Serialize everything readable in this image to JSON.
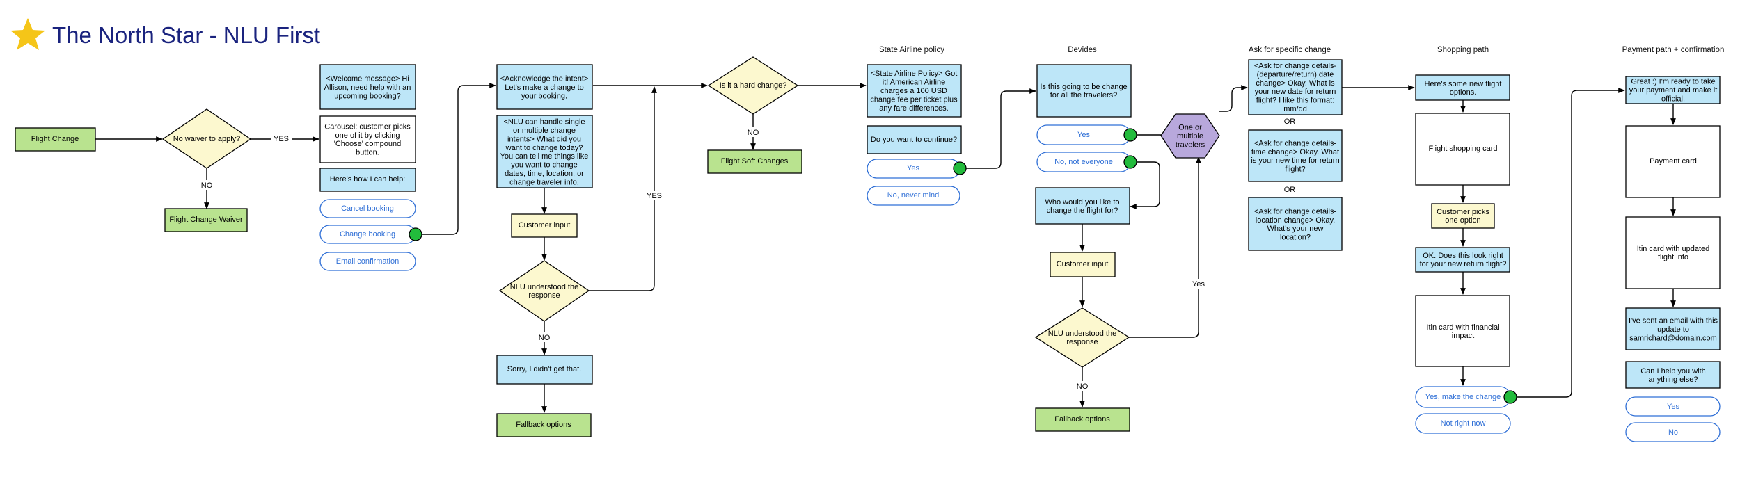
{
  "title": "The North Star - NLU First",
  "colors": {
    "green": "#b9e38f",
    "blue": "#bde6f8",
    "yellow": "#fcf8cf",
    "purple": "#b8a8dc",
    "pill": "#2f6fd6",
    "star": "#f5c518",
    "dot": "#22bb3c"
  },
  "headers": {
    "state_policy": "State Airline policy",
    "devides": "Devides",
    "specific_change": "Ask for specific change",
    "shopping": "Shopping path",
    "payment": "Payment path + confirmation"
  },
  "nodes": {
    "flight_change": "Flight Change",
    "no_waiver": "No waiver to apply?",
    "waiver": "Flight Change Waiver",
    "welcome": [
      "<Welcome message> Hi",
      "Allison, need help with an",
      "upcoming booking?"
    ],
    "carousel": [
      "Carousel: customer picks",
      "one of it by clicking",
      "'Choose' compound",
      "button."
    ],
    "help": "Here's how I can help:",
    "cancel_booking": "Cancel booking",
    "change_booking": "Change booking",
    "email_confirmation": "Email confirmation",
    "ack": [
      "<Acknowledge the intent>",
      "Let's make a change to",
      "your booking."
    ],
    "nlu_handle": [
      "<NLU can handle single",
      "or multiple change",
      "intents> What did you",
      "want to change today?",
      "You can tell me things like",
      "you want to change",
      "dates, time, location, or",
      "change traveler info."
    ],
    "customer_input_1": "Customer input",
    "nlu_understood_1": [
      "NLU understood the",
      "response"
    ],
    "sorry": "Sorry, I didn't get that.",
    "fallback_1": "Fallback options",
    "hard_change": "Is it a hard change?",
    "soft_changes": "Flight Soft Changes",
    "state_policy": [
      "<State Airline Policy> Got",
      "it! American Airline",
      "charges a 100 USD",
      "change fee per ticket plus",
      "any fare differences."
    ],
    "continue_q": "Do you want to continue?",
    "yes_1": "Yes",
    "never_mind": "No, never mind",
    "all_travelers": [
      "Is this going to be change",
      "for all the travelers?"
    ],
    "yes_2": "Yes",
    "not_everyone": "No, not everyone",
    "who_change": [
      "Who would you like to",
      "change the flight for?"
    ],
    "customer_input_2": "Customer input",
    "nlu_understood_2": [
      "NLU understood the",
      "response"
    ],
    "fallback_2": "Fallback options",
    "travelers_hex": [
      "One or",
      "multiple",
      "travelers"
    ],
    "date_change": [
      "<Ask for change details-",
      "(departure/return) date",
      "change> Okay. What is",
      "your new date for return",
      "flight? I like this format:",
      "mm/dd"
    ],
    "time_change": [
      "<Ask for change details-",
      "time change> Okay. What",
      "is your new time for return",
      "flight?"
    ],
    "location_change": [
      "<Ask for change details-",
      "location change> Okay.",
      "What's your new",
      "location?"
    ],
    "new_options": [
      "Here's some new flight",
      "options."
    ],
    "shopping_card": "Flight shopping card",
    "customer_picks": [
      "Customer picks",
      "one option"
    ],
    "look_right": [
      "OK. Does this look right",
      "for your new return flight?"
    ],
    "itin_financial": [
      "Itin card with financial",
      "impact"
    ],
    "make_change": "Yes, make the change",
    "not_right_now": "Not right now",
    "great": [
      "Great :) I'm ready to take",
      "your payment and make it",
      "official."
    ],
    "payment_card": "Payment card",
    "itin_updated": [
      "Itin card with updated",
      "flight info"
    ],
    "email_sent": [
      "I've sent an email with this",
      "update to",
      "samrichard@domain.com"
    ],
    "anything_else": [
      "Can I help you with",
      "anything else?"
    ],
    "yes_3": "Yes",
    "no_3": "No"
  },
  "edge_labels": {
    "yes_1": "YES",
    "no_1": "NO",
    "no_2": "NO",
    "yes_2": "YES",
    "no_3": "NO",
    "or_1": "OR",
    "or_2": "OR",
    "no_4": "NO",
    "yes_3": "Yes"
  }
}
